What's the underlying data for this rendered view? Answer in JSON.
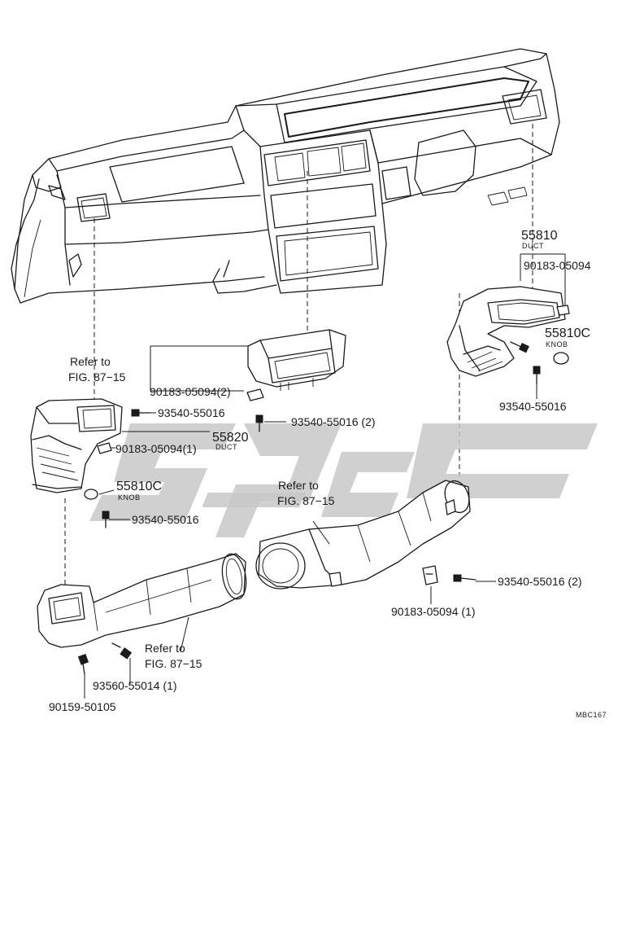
{
  "labels": {
    "duct_right_num": "55810",
    "duct_right_word": "DUCT",
    "clip_right_top": "90183-05094",
    "knob_right_num": "55810C",
    "knob_right_word": "KNOB",
    "screw_right": "93540-55016",
    "refer_left_1": "Refer to",
    "refer_left_2": "FIG. 87−15",
    "clip_center": "90183-05094(2)",
    "screw_left_top": "93540-55016",
    "screw_center": "93540-55016 (2)",
    "duct_left_num": "55820",
    "duct_left_word": "DUCT",
    "clip_left": "90183-05094(1)",
    "knob_left_num": "55810C",
    "knob_left_word": "KNOB",
    "screw_left_bottom": "93540-55016",
    "refer_mid_1": "Refer to",
    "refer_mid_2": "FIG. 87−15",
    "screw_right_bottom": "93540-55016 (2)",
    "clip_right_bottom": "90183-05094 (1)",
    "refer_bottom_1": "Refer to",
    "refer_bottom_2": "FIG. 87−15",
    "screw_bottom": "93560-55014 (1)",
    "bolt_bottom": "90159-50105",
    "figure_code": "MBC167"
  },
  "colors": {
    "ink": "#1a1a1a",
    "background": "#ffffff",
    "watermark": "#c8c8c8"
  }
}
